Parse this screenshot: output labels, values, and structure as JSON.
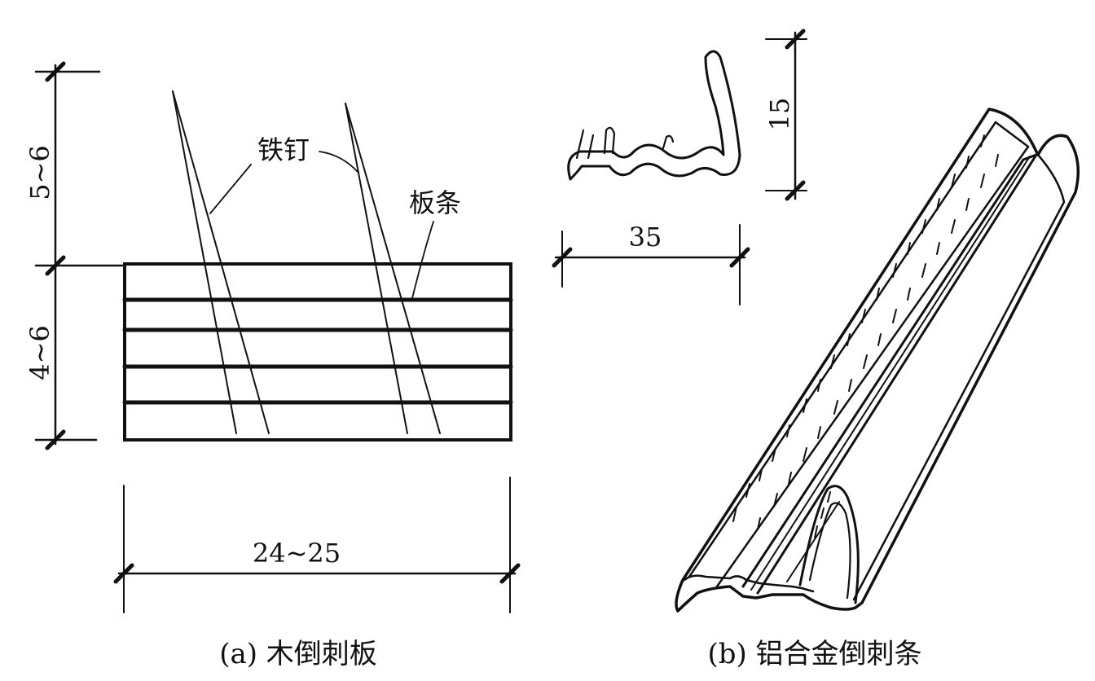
{
  "panel_a": {
    "caption": "(a) 木倒刺板",
    "dim_top_vertical": "5~6",
    "dim_mid_vertical": "4~6",
    "dim_width": "24~25",
    "label_nail": "铁钉",
    "label_strip": "板条"
  },
  "panel_b": {
    "caption": "(b) 铝合金倒刺条",
    "dim_height": "15",
    "dim_width": "35"
  }
}
